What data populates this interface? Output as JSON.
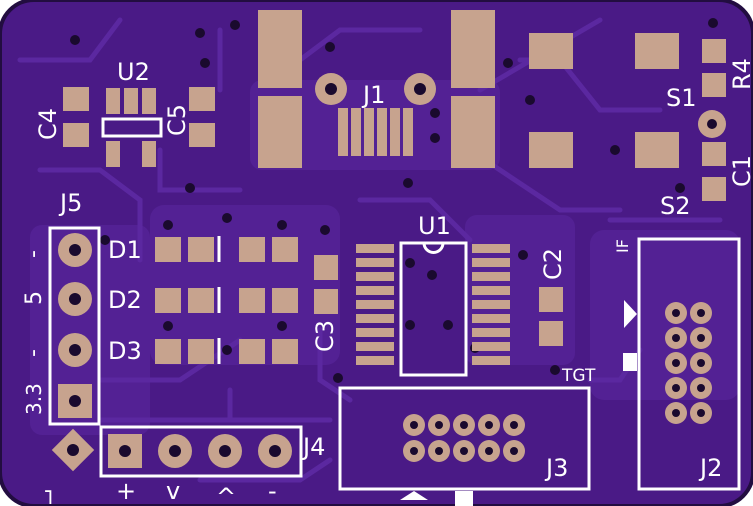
{
  "colors": {
    "board": "#4a1a86",
    "board_edge": "#220d40",
    "trace": "#5b28a0",
    "pad": "#c7a38e",
    "silk": "#ffffff",
    "hole": "#1a0a2e"
  },
  "labels": {
    "u2": "U2",
    "c4": "C4",
    "c5": "C5",
    "j1": "J1",
    "s1": "S1",
    "r4": "R4",
    "c1": "C1",
    "s2": "S2",
    "j5": "J5",
    "d1": "D1",
    "d2": "D2",
    "d3": "D3",
    "u1": "U1",
    "c2": "C2",
    "c3": "C3",
    "if": "IF",
    "tgt": "TGT",
    "j4": "J4",
    "j3": "J3",
    "j2": "J2",
    "j5_pin1": "-",
    "j5_pin2": "5",
    "j5_pin3": "-",
    "j5_pin4": "3.3",
    "j4_plus": "+",
    "j4_v": "v",
    "j4_caret": "^",
    "j4_minus": "-",
    "j4_arrow": "⌐"
  }
}
